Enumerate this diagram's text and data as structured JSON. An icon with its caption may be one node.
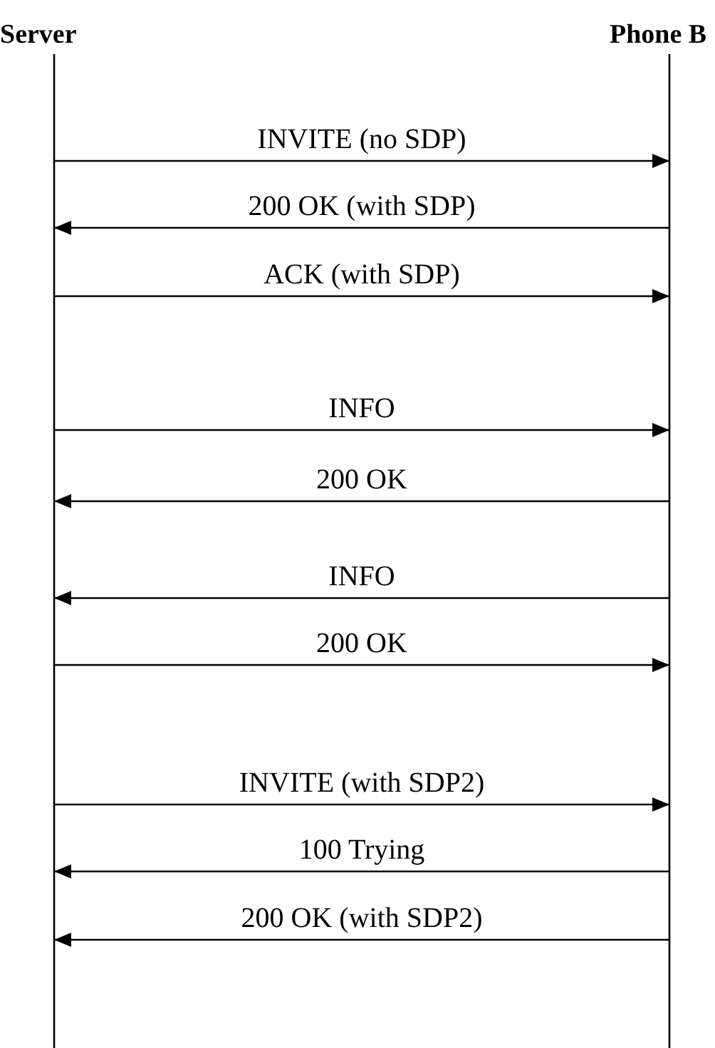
{
  "diagram": {
    "nodes": [
      {
        "text": [
          "Server"
        ]
      },
      {
        "text": [
          "Phone B"
        ]
      }
    ],
    "edges": [
      {
        "from": 0,
        "to": 1,
        "arrow": "to",
        "label": "INVITE (no SDP)"
      },
      {
        "from": 1,
        "to": 0,
        "arrow": "to",
        "label": "200 OK (with SDP)"
      },
      {
        "from": 0,
        "to": 1,
        "arrow": "to",
        "label": "ACK (with SDP)"
      },
      {
        "from": 0,
        "to": 1,
        "arrow": "to",
        "label": "INFO"
      },
      {
        "from": 1,
        "to": 0,
        "arrow": "to",
        "label": "200 OK"
      },
      {
        "from": 1,
        "to": 0,
        "arrow": "to",
        "label": "INFO"
      },
      {
        "from": 0,
        "to": 1,
        "arrow": "to",
        "label": "200 OK"
      },
      {
        "from": 0,
        "to": 1,
        "arrow": "to",
        "label": "INVITE (with SDP2)"
      },
      {
        "from": 1,
        "to": 0,
        "arrow": "to",
        "label": "100 Trying"
      },
      {
        "from": 1,
        "to": 0,
        "arrow": "to",
        "label": "200 OK (with SDP2)"
      }
    ]
  }
}
